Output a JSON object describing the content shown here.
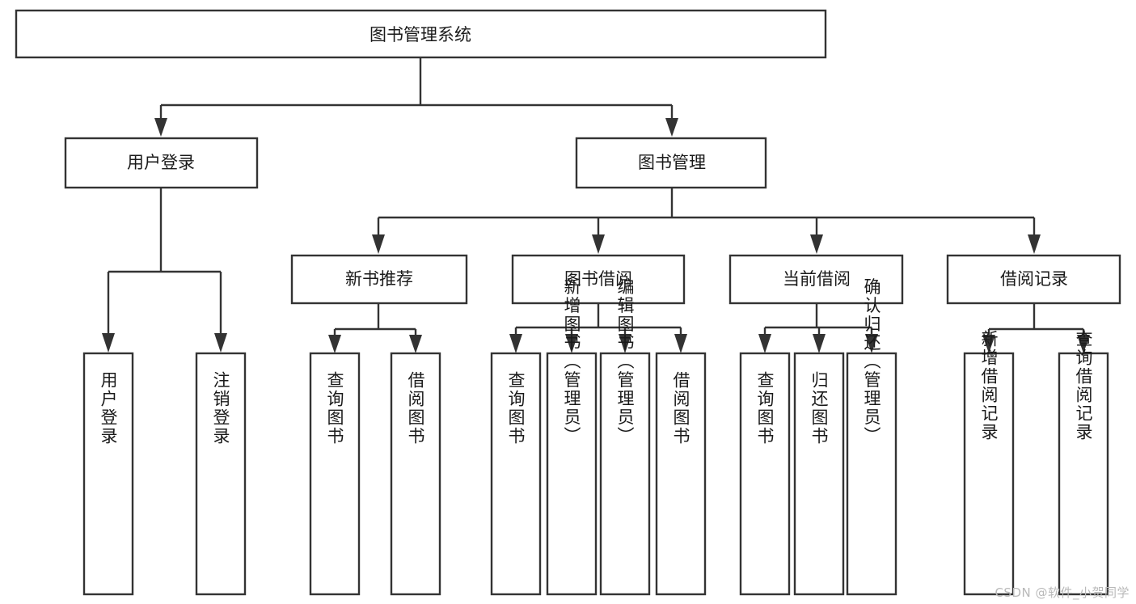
{
  "diagram": {
    "type": "tree",
    "title": "图书管理系统",
    "root": {
      "id": "root",
      "label": "图书管理系统",
      "orientation": "horizontal"
    },
    "level1": [
      {
        "id": "user-login",
        "label": "用户登录",
        "orientation": "horizontal"
      },
      {
        "id": "book-manage",
        "label": "图书管理",
        "orientation": "horizontal"
      }
    ],
    "level2": [
      {
        "id": "new-book-recommend",
        "label": "新书推荐",
        "orientation": "horizontal",
        "parent": "book-manage"
      },
      {
        "id": "book-borrow",
        "label": "图书借阅",
        "orientation": "horizontal",
        "parent": "book-manage"
      },
      {
        "id": "current-borrow",
        "label": "当前借阅",
        "orientation": "horizontal",
        "parent": "book-manage"
      },
      {
        "id": "borrow-record",
        "label": "借阅记录",
        "orientation": "horizontal",
        "parent": "book-manage"
      }
    ],
    "leaves": [
      {
        "id": "leaf-user-login",
        "label": "用户登录",
        "orientation": "vertical",
        "parent": "user-login"
      },
      {
        "id": "leaf-logout-login",
        "label": "注销登录",
        "orientation": "vertical",
        "parent": "user-login"
      },
      {
        "id": "leaf-query-book-1",
        "label": "查询图书",
        "orientation": "vertical",
        "parent": "new-book-recommend"
      },
      {
        "id": "leaf-borrow-book-1",
        "label": "借阅图书",
        "orientation": "vertical",
        "parent": "new-book-recommend"
      },
      {
        "id": "leaf-query-book-2",
        "label": "查询图书",
        "orientation": "vertical",
        "parent": "book-borrow"
      },
      {
        "id": "leaf-add-book-admin",
        "label": "新增图书（管理员）",
        "orientation": "vertical",
        "parent": "book-borrow"
      },
      {
        "id": "leaf-edit-book-admin",
        "label": "编辑图书（管理员）",
        "orientation": "vertical",
        "parent": "book-borrow"
      },
      {
        "id": "leaf-borrow-book-2",
        "label": "借阅图书",
        "orientation": "vertical",
        "parent": "book-borrow"
      },
      {
        "id": "leaf-query-book-3",
        "label": "查询图书",
        "orientation": "vertical",
        "parent": "current-borrow"
      },
      {
        "id": "leaf-return-book",
        "label": "归还图书",
        "orientation": "vertical",
        "parent": "current-borrow"
      },
      {
        "id": "leaf-confirm-return-admin",
        "label": "确认归还（管理员）",
        "orientation": "vertical",
        "parent": "current-borrow"
      },
      {
        "id": "leaf-add-borrow-record",
        "label": "新增借阅记录",
        "orientation": "vertical",
        "parent": "borrow-record"
      },
      {
        "id": "leaf-query-borrow-record",
        "label": "查询借阅记录",
        "orientation": "vertical",
        "parent": "borrow-record"
      }
    ]
  },
  "watermark": {
    "text": "CSDN @软件_小贺同学"
  },
  "colors": {
    "stroke": "#333333",
    "fill": "#ffffff",
    "text": "#1a1a1a",
    "watermark": "#b9b9b9"
  }
}
